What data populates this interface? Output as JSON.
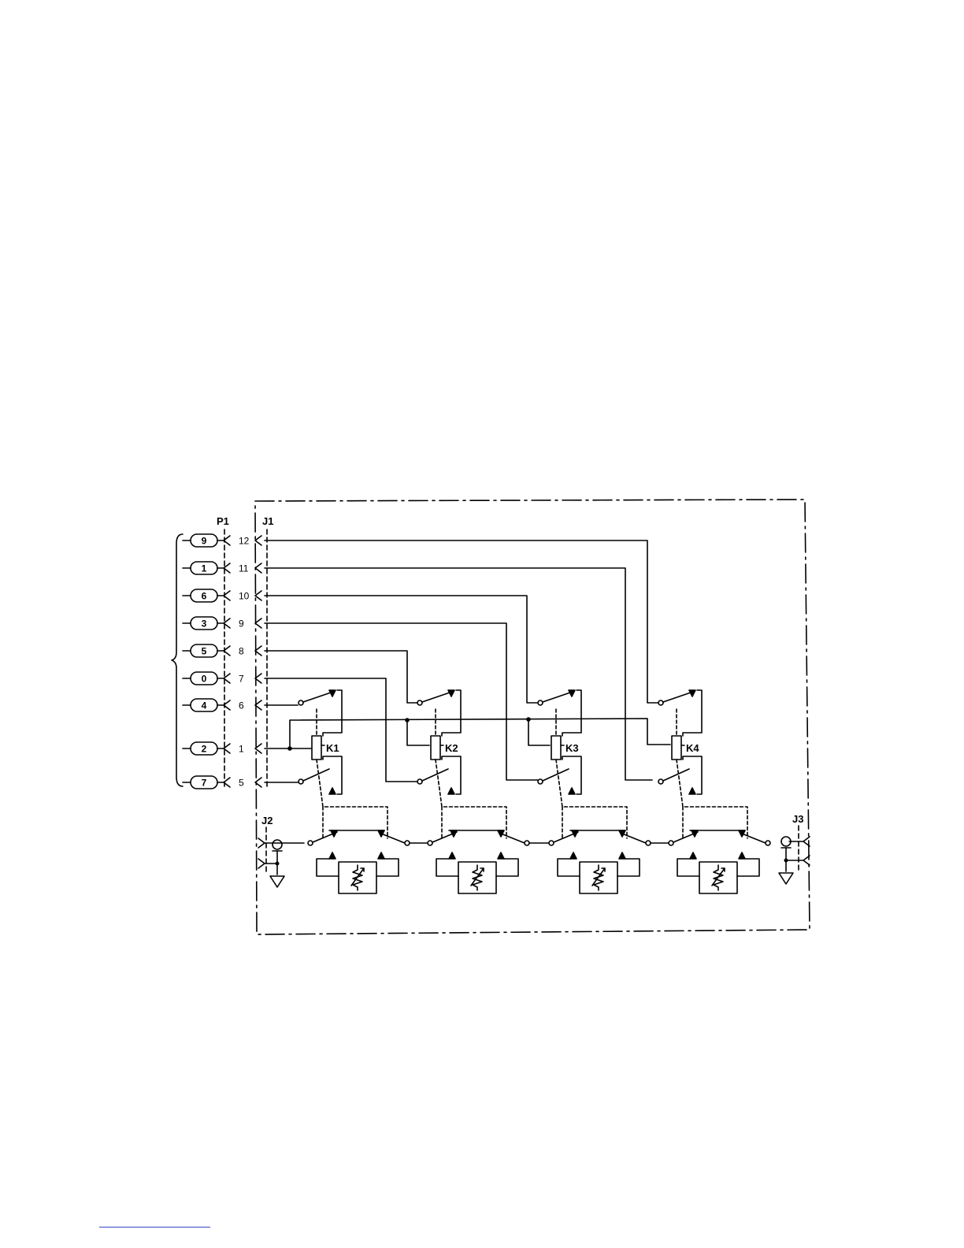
{
  "diagram": {
    "connectors": {
      "p1": "P1",
      "j1": "J1",
      "j2": "J2",
      "j3": "J3"
    },
    "relays": [
      "K1",
      "K2",
      "K3",
      "K4"
    ],
    "leads": [
      {
        "key": "9",
        "pin": "12"
      },
      {
        "key": "1",
        "pin": "11"
      },
      {
        "key": "6",
        "pin": "10"
      },
      {
        "key": "3",
        "pin": "9"
      },
      {
        "key": "5",
        "pin": "8"
      },
      {
        "key": "0",
        "pin": "7"
      },
      {
        "key": "4",
        "pin": "6"
      },
      {
        "key": "2",
        "pin": "1"
      },
      {
        "key": "7",
        "pin": "5"
      }
    ]
  },
  "colors": {
    "ink": "#000000",
    "footnote_rule": "#3344cc"
  }
}
